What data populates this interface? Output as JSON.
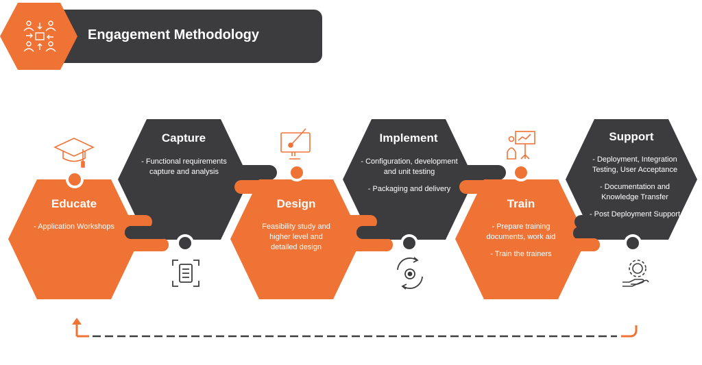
{
  "header": {
    "title": "Engagement Methodology",
    "icon": "team-collaboration-icon"
  },
  "colors": {
    "orange": "#F07336",
    "dark": "#3C3C3E",
    "white": "#FFFFFF"
  },
  "steps": [
    {
      "title": "Educate",
      "items": [
        "- Application Workshops"
      ],
      "icon": "graduation-cap-icon"
    },
    {
      "title": "Capture",
      "items": [
        "- Functional requirements capture and analysis"
      ],
      "icon": "document-scan-icon"
    },
    {
      "title": "Design",
      "items": [
        "Feasibility study and higher level and detailed design"
      ],
      "icon": "monitor-brush-icon"
    },
    {
      "title": "Implement",
      "items": [
        "- Configuration, development and unit testing",
        "- Packaging and delivery"
      ],
      "icon": "gear-cycle-icon"
    },
    {
      "title": "Train",
      "items": [
        "- Prepare training documents, work aid",
        "- Train the trainers"
      ],
      "icon": "presenter-board-icon"
    },
    {
      "title": "Support",
      "items": [
        "- Deployment, Integration Testing, User Acceptance",
        "- Documentation and Knowledge Transfer",
        "- Post Deployment Support"
      ],
      "icon": "hand-gear-icon"
    }
  ]
}
